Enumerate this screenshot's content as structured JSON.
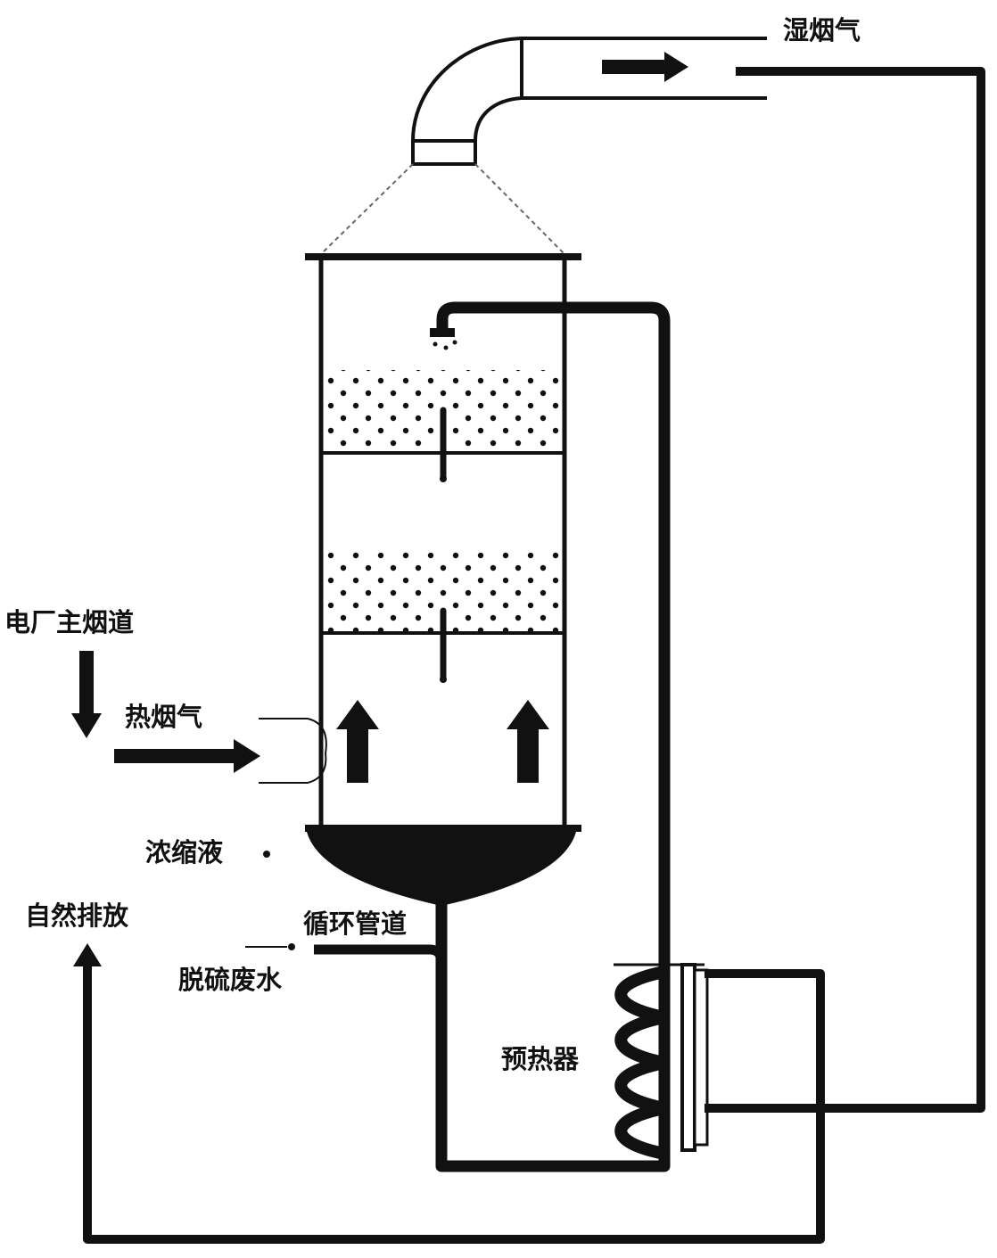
{
  "labels": {
    "wet_flue_gas": "湿烟气",
    "main_flue": "电厂主烟道",
    "hot_flue_gas": "热烟气",
    "concentrate": "浓缩液",
    "natural_discharge": "自然排放",
    "circulation_pipe": "循环管道",
    "desulfurization_wastewater": "脱硫废水",
    "preheater": "预热器"
  },
  "colors": {
    "line": "#111111",
    "background": "#ffffff"
  }
}
